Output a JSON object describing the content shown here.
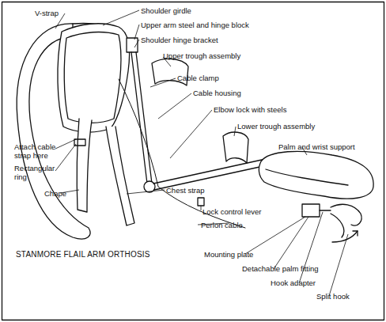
{
  "diagram": {
    "title": "STANMORE FLAIL ARM ORTHOSIS",
    "labels": [
      "V-strap",
      "Shoulder girdle",
      "Upper arm steel and hinge block",
      "Shoulder hinge bracket",
      "Upper trough assembly",
      "Cable clamp",
      "Cable housing",
      "Elbow lock with steels",
      "Lower trough assembly",
      "Palm and wrist support",
      "Attach cable strap here",
      "Rectangular ring",
      "Chape",
      "Chest strap",
      "Lock control lever",
      "Perlon cable",
      "Mounting plate",
      "Detachable palm fitting",
      "Hook adapter",
      "Split hook"
    ]
  }
}
